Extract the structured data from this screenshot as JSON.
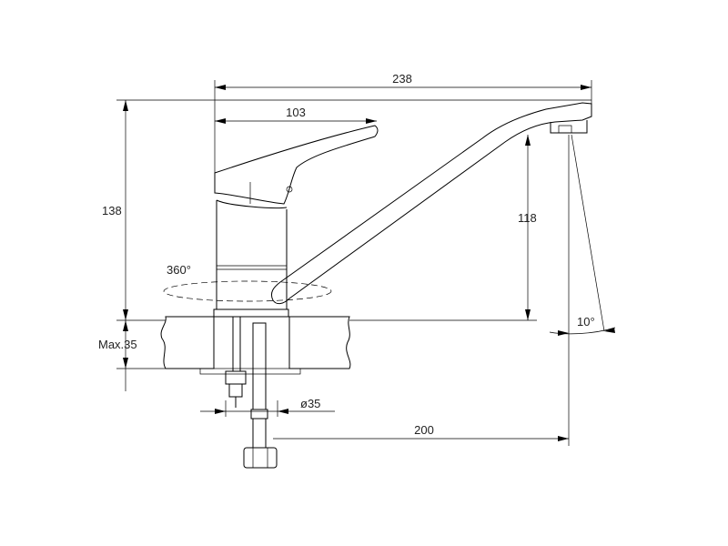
{
  "dimensions": {
    "overall_length": "238",
    "lever_length": "103",
    "total_height": "138",
    "spout_clearance": "118",
    "rotation": "360°",
    "max_thickness": "Max.35",
    "hole_diameter": "ø35",
    "spout_reach": "200",
    "stream_angle": "10°"
  }
}
